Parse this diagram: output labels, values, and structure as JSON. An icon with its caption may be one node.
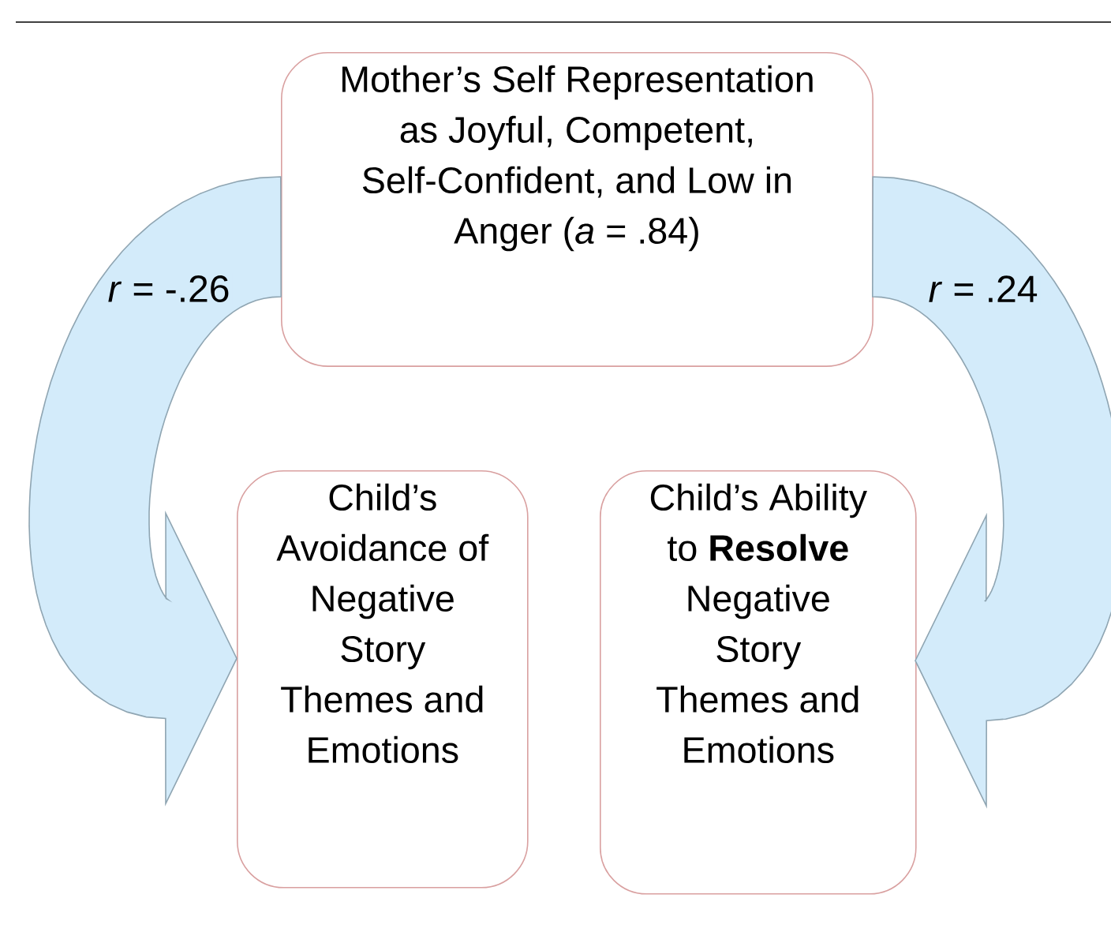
{
  "diagram": {
    "nodes": [
      {
        "text": [
          "Mother’s Self Representation as Joyful, Competent, Self-Confident, and Low in Anger (*a* = .84)"
        ]
      },
      {
        "text": [
          "Child’s Avoidance of Negative Story Themes and Emotions"
        ]
      },
      {
        "text": [
          "Child’s Ability to **Resolve** Negative Story Themes and Emotions"
        ]
      }
    ],
    "edges": [
      {
        "from": 0,
        "to": 1,
        "arrow": "to",
        "label": "*r* = -.26"
      },
      {
        "from": 0,
        "to": 2,
        "arrow": "to",
        "label": "*r* = .24"
      }
    ]
  }
}
